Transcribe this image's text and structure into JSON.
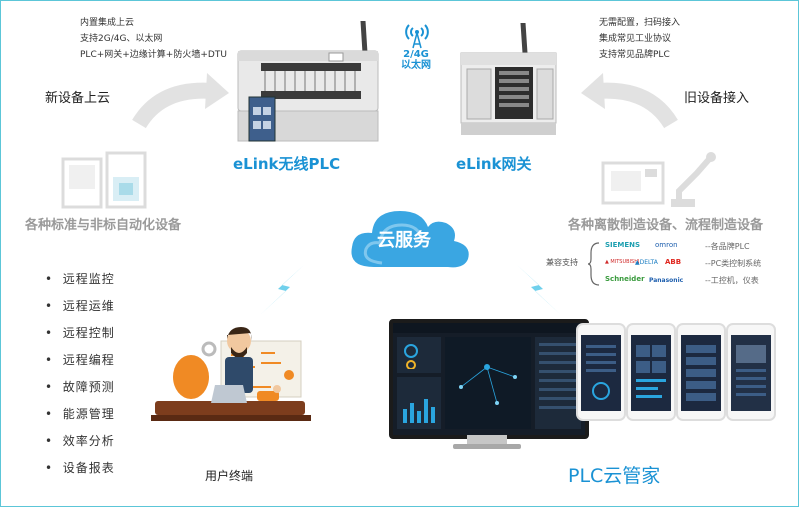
{
  "colors": {
    "accent": "#1a92d4",
    "lightning": "#6fd0ec",
    "cloud": "#3aa6e2",
    "gray_text": "#9a9a9a"
  },
  "plc": {
    "features": [
      "内置集成上云",
      "支持2G/4G、以太网",
      "PLC+网关+边缘计算+防火墙+DTU"
    ],
    "label": "eLink无线PLC"
  },
  "gateway": {
    "features": [
      "无需配置，扫码接入",
      "集成常见工业协议",
      "支持常见品牌PLC"
    ],
    "label": "eLink网关"
  },
  "signal": {
    "line1": "2/4G",
    "line2": "以太网"
  },
  "left_arrow_label": "新设备上云",
  "right_arrow_label": "旧设备接入",
  "left_devices_label": "各种标准与非标自动化设备",
  "right_devices_label": "各种离散制造设备、流程制造设备",
  "cloud_label": "云服务",
  "compat": {
    "label": "兼容支持",
    "brands": [
      "SIEMENS",
      "omron",
      "▲ MITSUBISHI",
      "▲DELTA",
      "ABB",
      "Schneider",
      "Panasonic"
    ],
    "captions": [
      "--各品牌PLC",
      "--PC类控制系统",
      "--工控机，仪表"
    ]
  },
  "functions": [
    "远程监控",
    "远程运维",
    "远程控制",
    "远程编程",
    "故障预测",
    "能源管理",
    "效率分析",
    "设备报表"
  ],
  "user_label": "用户终端",
  "app_label": "PLC云管家"
}
